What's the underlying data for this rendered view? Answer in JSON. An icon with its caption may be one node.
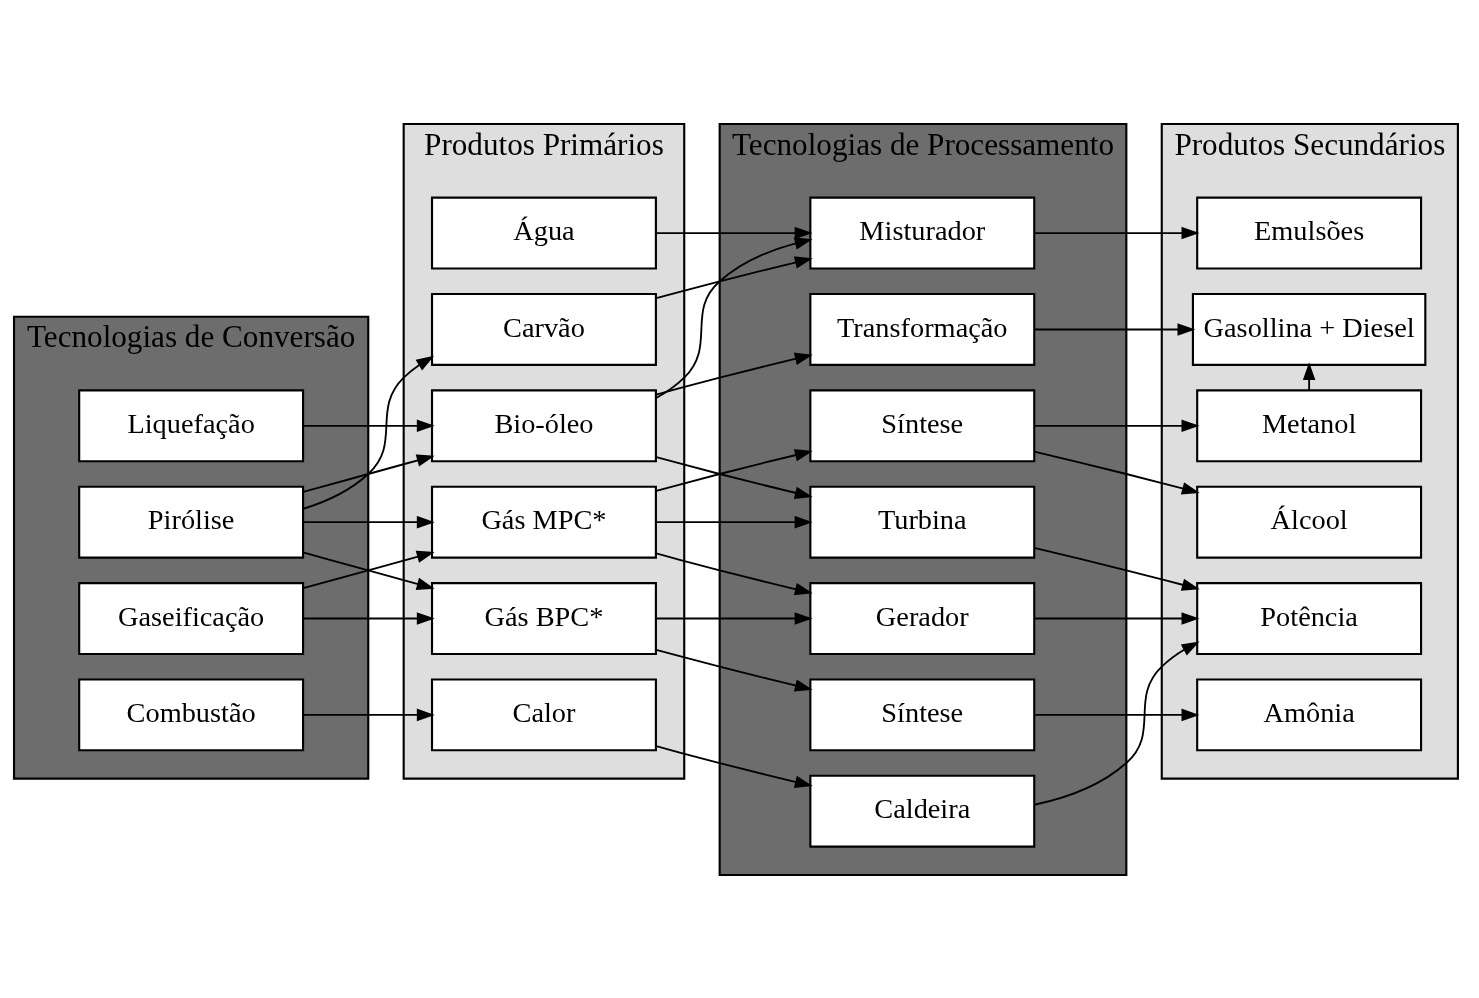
{
  "diagram": {
    "nodes": [
      {
        "text": [
          "Tecnologias de Conversão"
        ]
      },
      {
        "text": [
          "Pirólise"
        ],
        "in": 0
      },
      {
        "text": [
          "Liquefação"
        ],
        "in": 0
      },
      {
        "text": [
          "Gaseificação"
        ],
        "in": 0
      },
      {
        "text": [
          "Combustão"
        ],
        "in": 0
      },
      {
        "text": [
          "Produtos Primários"
        ]
      },
      {
        "text": [
          "Água"
        ],
        "in": 5
      },
      {
        "text": [
          "Carvão"
        ],
        "in": 5
      },
      {
        "text": [
          "Bio-óleo"
        ],
        "in": 5
      },
      {
        "text": [
          "Gás MPC*"
        ],
        "in": 5
      },
      {
        "text": [
          "Gás BPC*"
        ],
        "in": 5
      },
      {
        "text": [
          "Calor"
        ],
        "in": 5
      },
      {
        "text": [
          "Tecnologias de Processamento"
        ]
      },
      {
        "text": [
          "Misturador"
        ],
        "in": 12
      },
      {
        "text": [
          "Transformação"
        ],
        "in": 12
      },
      {
        "text": [
          "Turbina"
        ],
        "in": 12
      },
      {
        "text": [
          "Síntese"
        ],
        "in": 12
      },
      {
        "text": [
          "Gerador"
        ],
        "in": 12
      },
      {
        "text": [
          "Síntese"
        ],
        "in": 12
      },
      {
        "text": [
          "Caldeira"
        ],
        "in": 12
      },
      {
        "text": [
          "Produtos Secundários"
        ]
      },
      {
        "text": [
          "Emulsões"
        ],
        "in": 20
      },
      {
        "text": [
          "Gasollina + Diesel"
        ],
        "in": 20
      },
      {
        "text": [
          "Metanol"
        ],
        "in": 20
      },
      {
        "text": [
          "Álcool"
        ],
        "in": 20
      },
      {
        "text": [
          "Potência"
        ],
        "in": 20
      },
      {
        "text": [
          "Amônia"
        ],
        "in": 20
      }
    ],
    "edges": [
      {
        "from": 1,
        "to": 7,
        "arrow": "to"
      },
      {
        "from": 1,
        "to": 8,
        "arrow": "to"
      },
      {
        "from": 1,
        "to": 9,
        "arrow": "to"
      },
      {
        "from": 1,
        "to": 10,
        "arrow": "to"
      },
      {
        "from": 2,
        "to": 8,
        "arrow": "to"
      },
      {
        "from": 3,
        "to": 9,
        "arrow": "to"
      },
      {
        "from": 3,
        "to": 10,
        "arrow": "to"
      },
      {
        "from": 4,
        "to": 11,
        "arrow": "to"
      },
      {
        "from": 6,
        "to": 13,
        "arrow": "to"
      },
      {
        "from": 7,
        "to": 13,
        "arrow": "to"
      },
      {
        "from": 8,
        "to": 13,
        "arrow": "to"
      },
      {
        "from": 8,
        "to": 14,
        "arrow": "to"
      },
      {
        "from": 8,
        "to": 15,
        "arrow": "to"
      },
      {
        "from": 9,
        "to": 15,
        "arrow": "to"
      },
      {
        "from": 9,
        "to": 16,
        "arrow": "to"
      },
      {
        "from": 9,
        "to": 17,
        "arrow": "to"
      },
      {
        "from": 10,
        "to": 17,
        "arrow": "to"
      },
      {
        "from": 10,
        "to": 18,
        "arrow": "to"
      },
      {
        "from": 11,
        "to": 19,
        "arrow": "to"
      },
      {
        "from": 13,
        "to": 21,
        "arrow": "to"
      },
      {
        "from": 14,
        "to": 22,
        "arrow": "to"
      },
      {
        "from": 15,
        "to": 25,
        "arrow": "to"
      },
      {
        "from": 16,
        "to": 23,
        "arrow": "to"
      },
      {
        "from": 16,
        "to": 24,
        "arrow": "to"
      },
      {
        "from": 17,
        "to": 25,
        "arrow": "to"
      },
      {
        "from": 18,
        "to": 26,
        "arrow": "to"
      },
      {
        "from": 19,
        "to": 25,
        "arrow": "to"
      },
      {
        "from": 23,
        "to": 22,
        "arrow": "to"
      }
    ]
  }
}
